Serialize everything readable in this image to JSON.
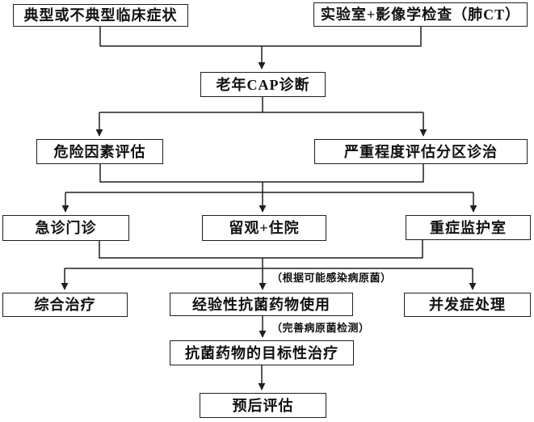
{
  "diagram": {
    "nodes": {
      "symptoms": {
        "label": "典型或不典型临床症状"
      },
      "lab_imaging": {
        "label": "实验室+影像学检查（肺CT）"
      },
      "diagnosis": {
        "label": "老年CAP诊断"
      },
      "risk": {
        "label": "危险因素评估"
      },
      "severity": {
        "label": "严重程度评估分区诊治"
      },
      "emergency": {
        "label": "急诊门诊"
      },
      "observation": {
        "label": "留观+住院"
      },
      "icu": {
        "label": "重症监护室"
      },
      "comprehensive": {
        "label": "综合治疗"
      },
      "empirical": {
        "label": "经验性抗菌药物使用"
      },
      "complication": {
        "label": "并发症处理"
      },
      "targeted": {
        "label": "抗菌药物的目标性治疗"
      },
      "prognosis": {
        "label": "预后评估"
      }
    },
    "annotations": {
      "pathogen_based": {
        "label": "（根据可能感染病原菌）"
      },
      "pathogen_testing": {
        "label": "（完善病原菌检测）"
      }
    },
    "colors": {
      "line": "#1f1f1f",
      "box_border": "#1f1f1f",
      "text": "#111111",
      "background": "#ffffff"
    }
  }
}
